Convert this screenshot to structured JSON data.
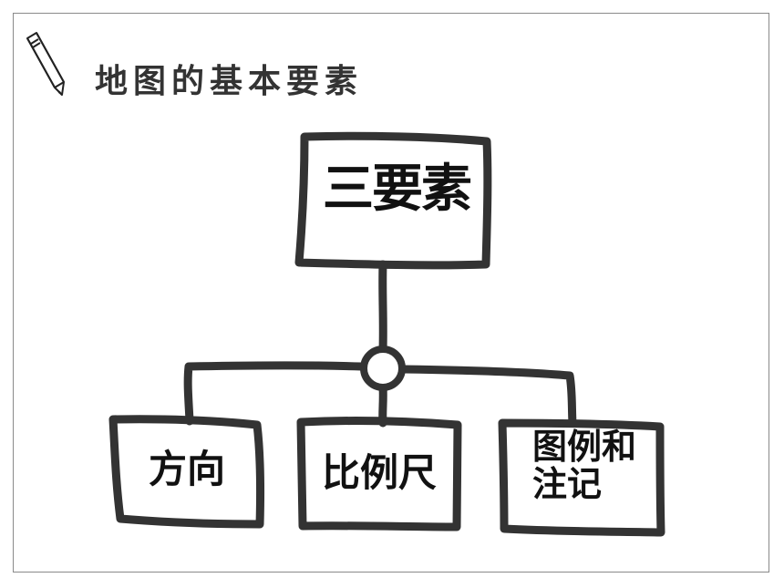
{
  "title": "地图的基本要素",
  "root": {
    "label": "三要素"
  },
  "children": [
    {
      "label": "方向"
    },
    {
      "label": "比例尺"
    },
    {
      "label": "图例和\n注记",
      "lines": [
        "图例和",
        "注记"
      ]
    }
  ],
  "icons": {
    "title_icon": "pencil-icon"
  },
  "colors": {
    "stroke": "#333333",
    "text": "#111111",
    "frame": "#8a8a8a"
  }
}
